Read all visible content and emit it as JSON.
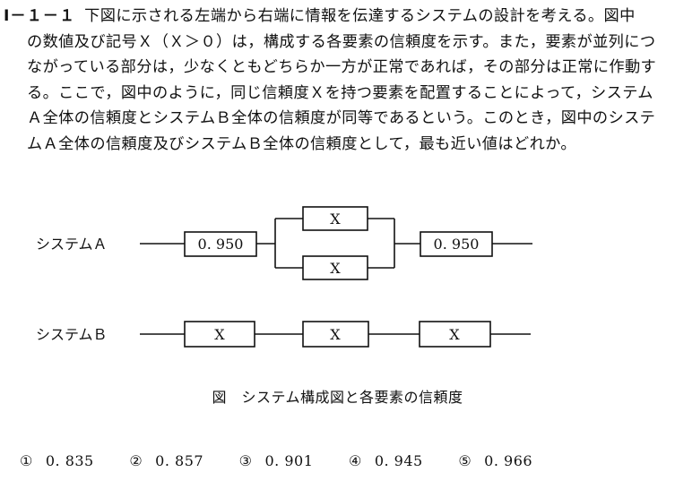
{
  "question": {
    "number": "Ⅰ－１－１",
    "lines": [
      "下図に示される左端から右端に情報を伝達するシステムの設計を考える。図中",
      "の数値及び記号Ｘ（Ｘ＞０）は，構成する各要素の信頼度を示す。また，要素が並列につ",
      "ながっている部分は，少なくともどちらか一方が正常であれば，その部分は正常に作動す",
      "る。ここで，図中のように，同じ信頼度Ｘを持つ要素を配置することによって，システム",
      "Ａ全体の信頼度とシステムＢ全体の信頼度が同等であるという。このとき，図中のシステ",
      "ムＡ全体の信頼度及びシステムＢ全体の信頼度として，最も近い値はどれか。"
    ]
  },
  "diagram": {
    "system_a": {
      "label": "システムＡ",
      "first_box": "0. 950",
      "parallel_top": "X",
      "parallel_bottom": "X",
      "last_box": "0. 950"
    },
    "system_b": {
      "label": "システムＢ",
      "boxes": [
        "X",
        "X",
        "X"
      ]
    },
    "caption": "図　システム構成図と各要素の信頼度"
  },
  "choices": [
    {
      "mark": "①",
      "value": "0. 835"
    },
    {
      "mark": "②",
      "value": "0. 857"
    },
    {
      "mark": "③",
      "value": "0. 901"
    },
    {
      "mark": "④",
      "value": "0. 945"
    },
    {
      "mark": "⑤",
      "value": "0. 966"
    }
  ]
}
